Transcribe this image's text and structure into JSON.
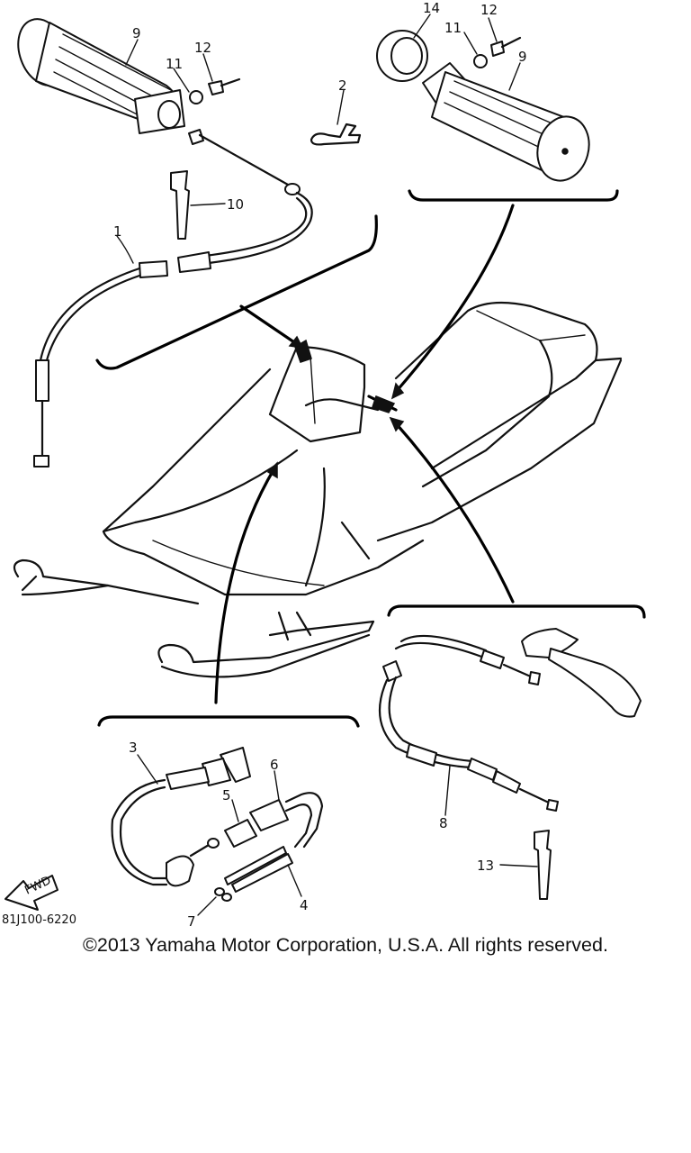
{
  "callouts": {
    "c1": "1",
    "c2": "2",
    "c3": "3",
    "c4": "4",
    "c5": "5",
    "c6": "6",
    "c7": "7",
    "c8": "8",
    "c9_left": "9",
    "c9_right": "9",
    "c10": "10",
    "c11_left": "11",
    "c11_right": "11",
    "c12_left": "12",
    "c12_right": "12",
    "c13": "13",
    "c14": "14"
  },
  "front_arrow": {
    "label": "FWD"
  },
  "diagram_code": "81J100-6220",
  "copyright": "©2013 Yamaha Motor Corporation, U.S.A. All rights reserved."
}
